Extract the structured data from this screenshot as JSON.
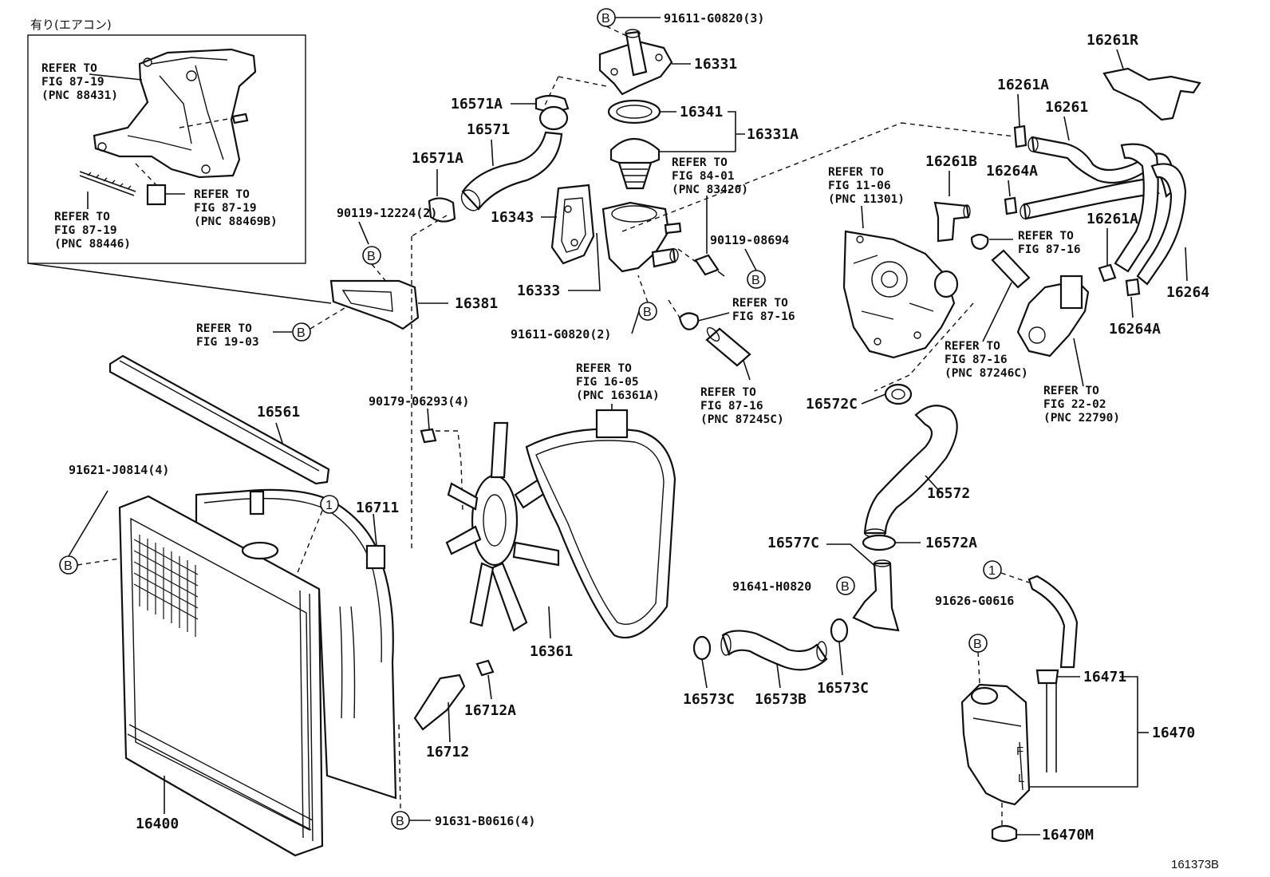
{
  "inset": {
    "header": "有り(エアコン)",
    "refs": [
      {
        "l1": "REFER TO",
        "l2": "FIG 87-19",
        "l3": "(PNC 88431)"
      },
      {
        "l1": "REFER TO",
        "l2": "FIG 87-19",
        "l3": "(PNC 88469B)"
      },
      {
        "l1": "REFER TO",
        "l2": "FIG 87-19",
        "l3": "(PNC 88446)"
      }
    ]
  },
  "parts": {
    "p16331": "16331",
    "p16341": "16341",
    "p16331A": "16331A",
    "p16571A_top": "16571A",
    "p16571": "16571",
    "p16571A": "16571A",
    "p16343": "16343",
    "p16333": "16333",
    "p16381": "16381",
    "p16561": "16561",
    "p16711": "16711",
    "p16400": "16400",
    "p16361": "16361",
    "p16712": "16712",
    "p16712A": "16712A",
    "p16261R": "16261R",
    "p16261A_top": "16261A",
    "p16261": "16261",
    "p16261B": "16261B",
    "p16264A_top": "16264A",
    "p16261A_mid": "16261A",
    "p16264": "16264",
    "p16264A": "16264A",
    "p16572C": "16572C",
    "p16572": "16572",
    "p16577C": "16577C",
    "p16572A": "16572A",
    "p16573C_l": "16573C",
    "p16573B": "16573B",
    "p16573C_r": "16573C",
    "p16471": "16471",
    "p16470": "16470",
    "p16470M": "16470M"
  },
  "bolts": {
    "b_top": "91611-G0820(3)",
    "b_90119_1": "90119-12224(2)",
    "b_90119_2": "90119-08694",
    "b_91611_2": "91611-G0820(2)",
    "b_90179": "90179-06293(4)",
    "b_91621": "91621-J0814(4)",
    "b_91641": "91641-H0820",
    "b_91626": "91626-G0616",
    "b_91631": "91631-B0616(4)"
  },
  "refs": {
    "fig19": {
      "l1": "REFER TO",
      "l2": "FIG 19-03"
    },
    "fig84": {
      "l1": "REFER TO",
      "l2": "FIG 84-01",
      "l3": "(PNC 83420)"
    },
    "fig11": {
      "l1": "REFER TO",
      "l2": "FIG 11-06",
      "l3": "(PNC 11301)"
    },
    "fig87a": {
      "l1": "REFER TO",
      "l2": "FIG 87-16"
    },
    "fig87b": {
      "l1": "REFER TO",
      "l2": "FIG 87-16"
    },
    "fig87c": {
      "l1": "REFER TO",
      "l2": "FIG 87-16",
      "l3": "(PNC 87245C)"
    },
    "fig87d": {
      "l1": "REFER TO",
      "l2": "FIG 87-16",
      "l3": "(PNC 87246C)"
    },
    "fig16": {
      "l1": "REFER TO",
      "l2": "FIG 16-05",
      "l3": "(PNC 16361A)"
    },
    "fig22": {
      "l1": "REFER TO",
      "l2": "FIG 22-02",
      "l3": "(PNC 22790)"
    }
  },
  "markers": {
    "b": "B",
    "one": "1"
  },
  "figure_id": "161373B"
}
